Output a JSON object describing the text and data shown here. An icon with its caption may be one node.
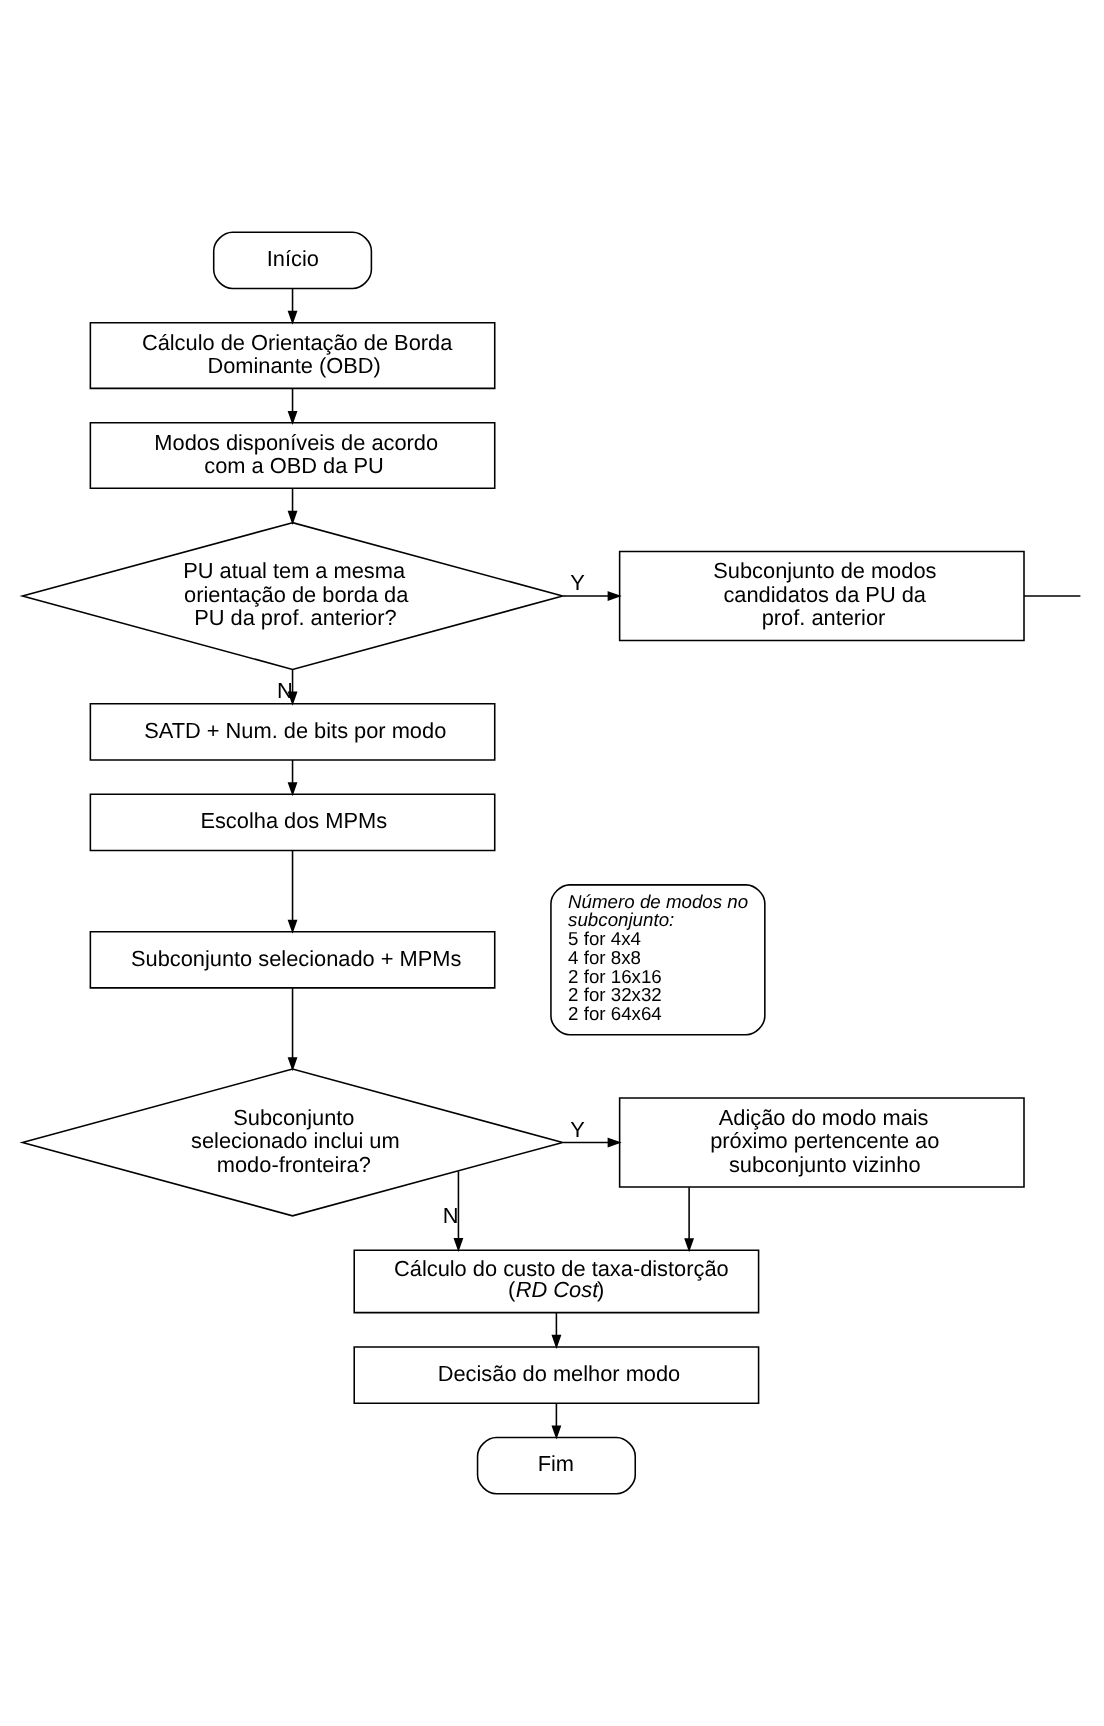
{
  "diagram": {
    "nodes": [
      {
        "text": [
          "Início"
        ]
      },
      {
        "text": [
          "Cálculo de Orientação de Borda Dominante (OBD)"
        ]
      },
      {
        "text": [
          "Modos disponíveis de acordo com a OBD da PU"
        ]
      },
      {
        "text": [
          "PU atual tem a mesma orientação de borda da PU da prof. anterior?"
        ]
      },
      {
        "text": [
          "Subconjunto de modos candidatos da PU da prof. anterior"
        ]
      },
      {
        "text": [
          "SATD + Num. de bits por modo"
        ]
      },
      {
        "text": [
          "Escolha dos MPMs"
        ]
      },
      {
        "text": [
          "Subconjunto selecionado + MPMs"
        ]
      },
      {
        "text": [
          "Número de modos no subconjunto:",
          "5 for 4x4",
          "4 for 8x8",
          "2 for 16x16",
          "2 for 32x32",
          "2 for 64x64"
        ]
      },
      {
        "text": [
          "Subconjunto selecionado inclui um modo-fronteira?"
        ]
      },
      {
        "text": [
          "Adição do modo mais próximo pertencente ao subconjunto vizinho"
        ]
      },
      {
        "text": [
          "Cálculo do custo de taxa-distorção (*RD Cost*)"
        ]
      },
      {
        "text": [
          "Decisão do melhor modo"
        ]
      },
      {
        "text": [
          "Fim"
        ]
      }
    ],
    "edges": [
      {
        "from": 0,
        "to": 1,
        "arrow": "to"
      },
      {
        "from": 1,
        "to": 2,
        "arrow": "to"
      },
      {
        "from": 2,
        "to": 3,
        "arrow": "to"
      },
      {
        "from": 3,
        "to": 4,
        "arrow": "to",
        "label": "Y"
      },
      {
        "from": 3,
        "to": 5,
        "arrow": "to",
        "label": "N"
      },
      {
        "from": 5,
        "to": 6,
        "arrow": "to"
      },
      {
        "from": 6,
        "to": 7,
        "arrow": "to"
      },
      {
        "from": 7,
        "to": 9,
        "arrow": "to"
      },
      {
        "from": 9,
        "to": 10,
        "arrow": "to",
        "label": "Y"
      },
      {
        "from": 9,
        "to": 11,
        "arrow": "to",
        "label": "N"
      },
      {
        "from": 10,
        "to": 11,
        "arrow": "to"
      },
      {
        "from": 11,
        "to": 12,
        "arrow": "to"
      },
      {
        "from": 12,
        "to": 13,
        "arrow": "to"
      },
      {
        "from": 4,
        "to": null,
        "arrow": "none"
      }
    ]
  }
}
